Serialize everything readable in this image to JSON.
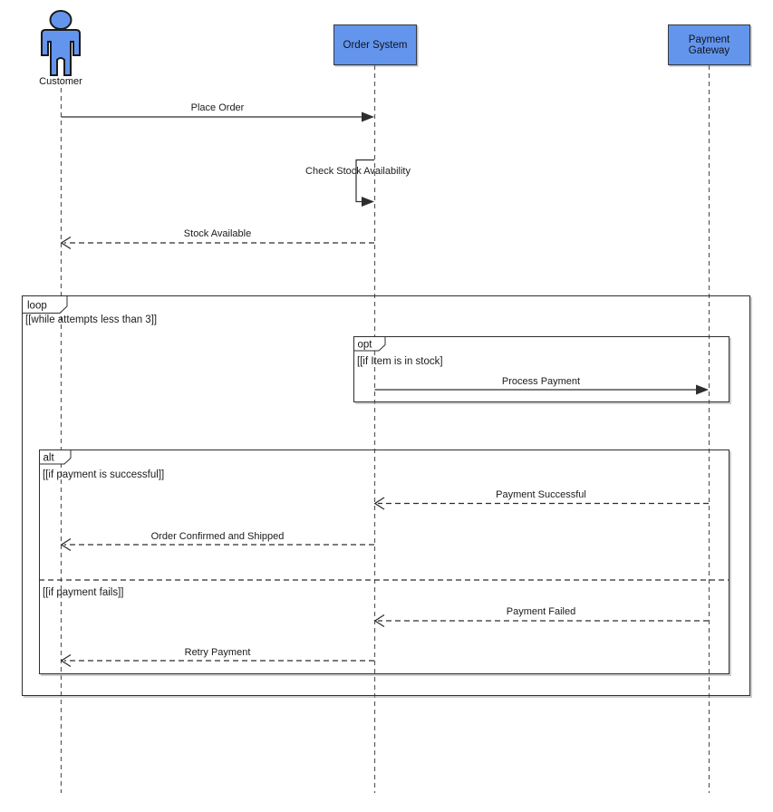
{
  "diagram": {
    "participants": [
      {
        "name": "Customer",
        "type": "actor"
      },
      {
        "name": "Order System",
        "type": "object"
      },
      {
        "name": "Payment Gateway",
        "type": "object"
      }
    ],
    "messages": [
      {
        "label": "Place Order",
        "from": "Customer",
        "to": "Order System",
        "style": "solid"
      },
      {
        "label": "Check Stock Availability",
        "from": "Order System",
        "to": "Order System",
        "style": "self"
      },
      {
        "label": "Stock Available",
        "from": "Order System",
        "to": "Customer",
        "style": "dashed"
      },
      {
        "label": "Process Payment",
        "from": "Order System",
        "to": "Payment Gateway",
        "style": "solid"
      },
      {
        "label": "Payment Successful",
        "from": "Payment Gateway",
        "to": "Order System",
        "style": "dashed"
      },
      {
        "label": "Order Confirmed and Shipped",
        "from": "Order System",
        "to": "Customer",
        "style": "dashed"
      },
      {
        "label": "Payment Failed",
        "from": "Payment Gateway",
        "to": "Order System",
        "style": "dashed"
      },
      {
        "label": "Retry Payment",
        "from": "Order System",
        "to": "Customer",
        "style": "dashed"
      }
    ],
    "fragments": [
      {
        "operator": "loop",
        "conditions": [
          "[[while attempts less than 3]]"
        ]
      },
      {
        "operator": "opt",
        "conditions": [
          "[[if Item is in stock]"
        ]
      },
      {
        "operator": "alt",
        "conditions": [
          "[[if payment is successful]]",
          "[[if payment fails]]"
        ]
      }
    ],
    "colors": {
      "participant_fill": "#6495ED",
      "participant_border": "#33383f",
      "line": "#2e2e2e",
      "background": "#ffffff"
    }
  }
}
